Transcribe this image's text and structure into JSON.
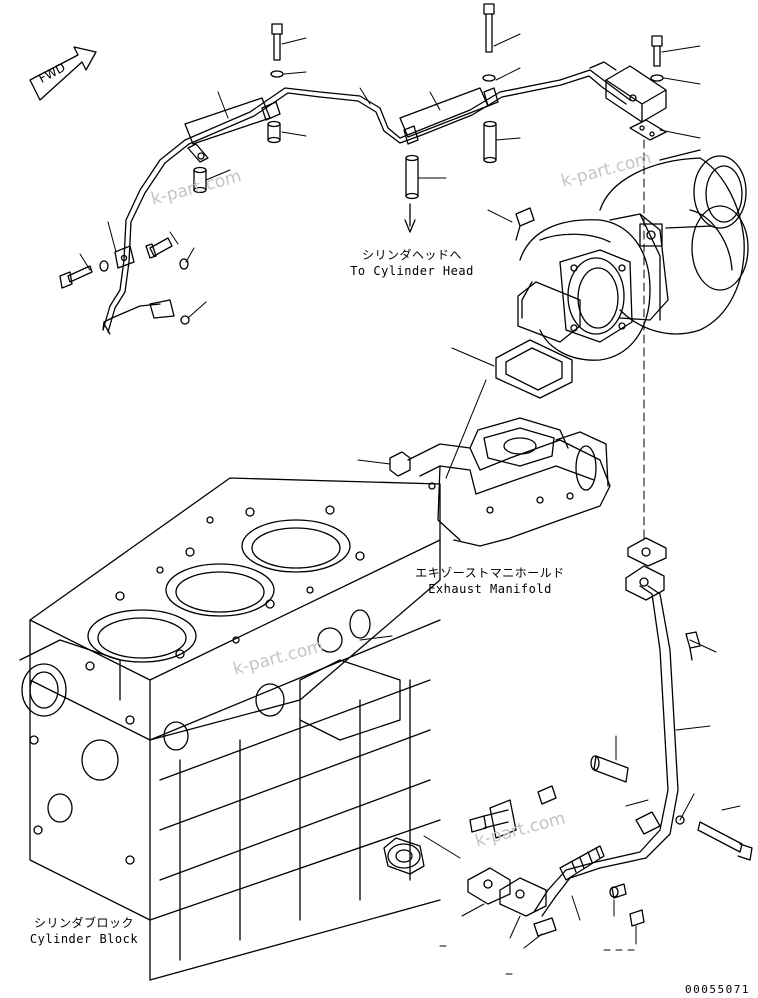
{
  "labels": {
    "cylinder_head_jp": "シリンダヘッドへ",
    "cylinder_head_en": "To Cylinder Head",
    "exhaust_manifold_jp": "エキゾーストマニホールド",
    "exhaust_manifold_en": "Exhaust Manifold",
    "cylinder_block_jp": "シリンダブロック",
    "cylinder_block_en": "Cylinder Block",
    "fwd": "FWD"
  },
  "watermark": "k-part.com",
  "document_number": "00055071",
  "colors": {
    "line": "#000000",
    "background": "#ffffff",
    "watermark": "#c4c4c4"
  }
}
